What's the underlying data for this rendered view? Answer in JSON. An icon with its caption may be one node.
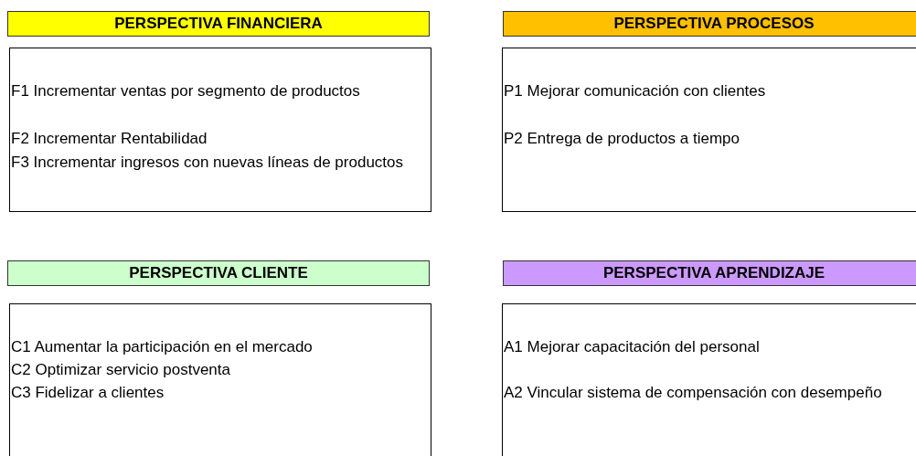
{
  "diagram": {
    "nodes": [
      {
        "text": [
          "PERSPECTIVA FINANCIERA"
        ]
      },
      {
        "text": [
          "F1 Incrementar ventas por segmento de productos",
          "F2 Incrementar Rentabilidad",
          "F3 Incrementar ingresos con nuevas líneas de productos"
        ]
      },
      {
        "text": [
          "PERSPECTIVA PROCESOS"
        ]
      },
      {
        "text": [
          "P1 Mejorar comunicación con clientes",
          "P2 Entrega de productos a tiempo"
        ]
      },
      {
        "text": [
          "PERSPECTIVA CLIENTE"
        ]
      },
      {
        "text": [
          "C1 Aumentar la participación en el mercado",
          "C2 Optimizar servicio postventa",
          "C3 Fidelizar a clientes"
        ]
      },
      {
        "text": [
          "PERSPECTIVA APRENDIZAJE"
        ]
      },
      {
        "text": [
          "A1 Mejorar capacitación del personal",
          "A2 Vincular sistema de compensación con desempeño"
        ]
      }
    ]
  }
}
